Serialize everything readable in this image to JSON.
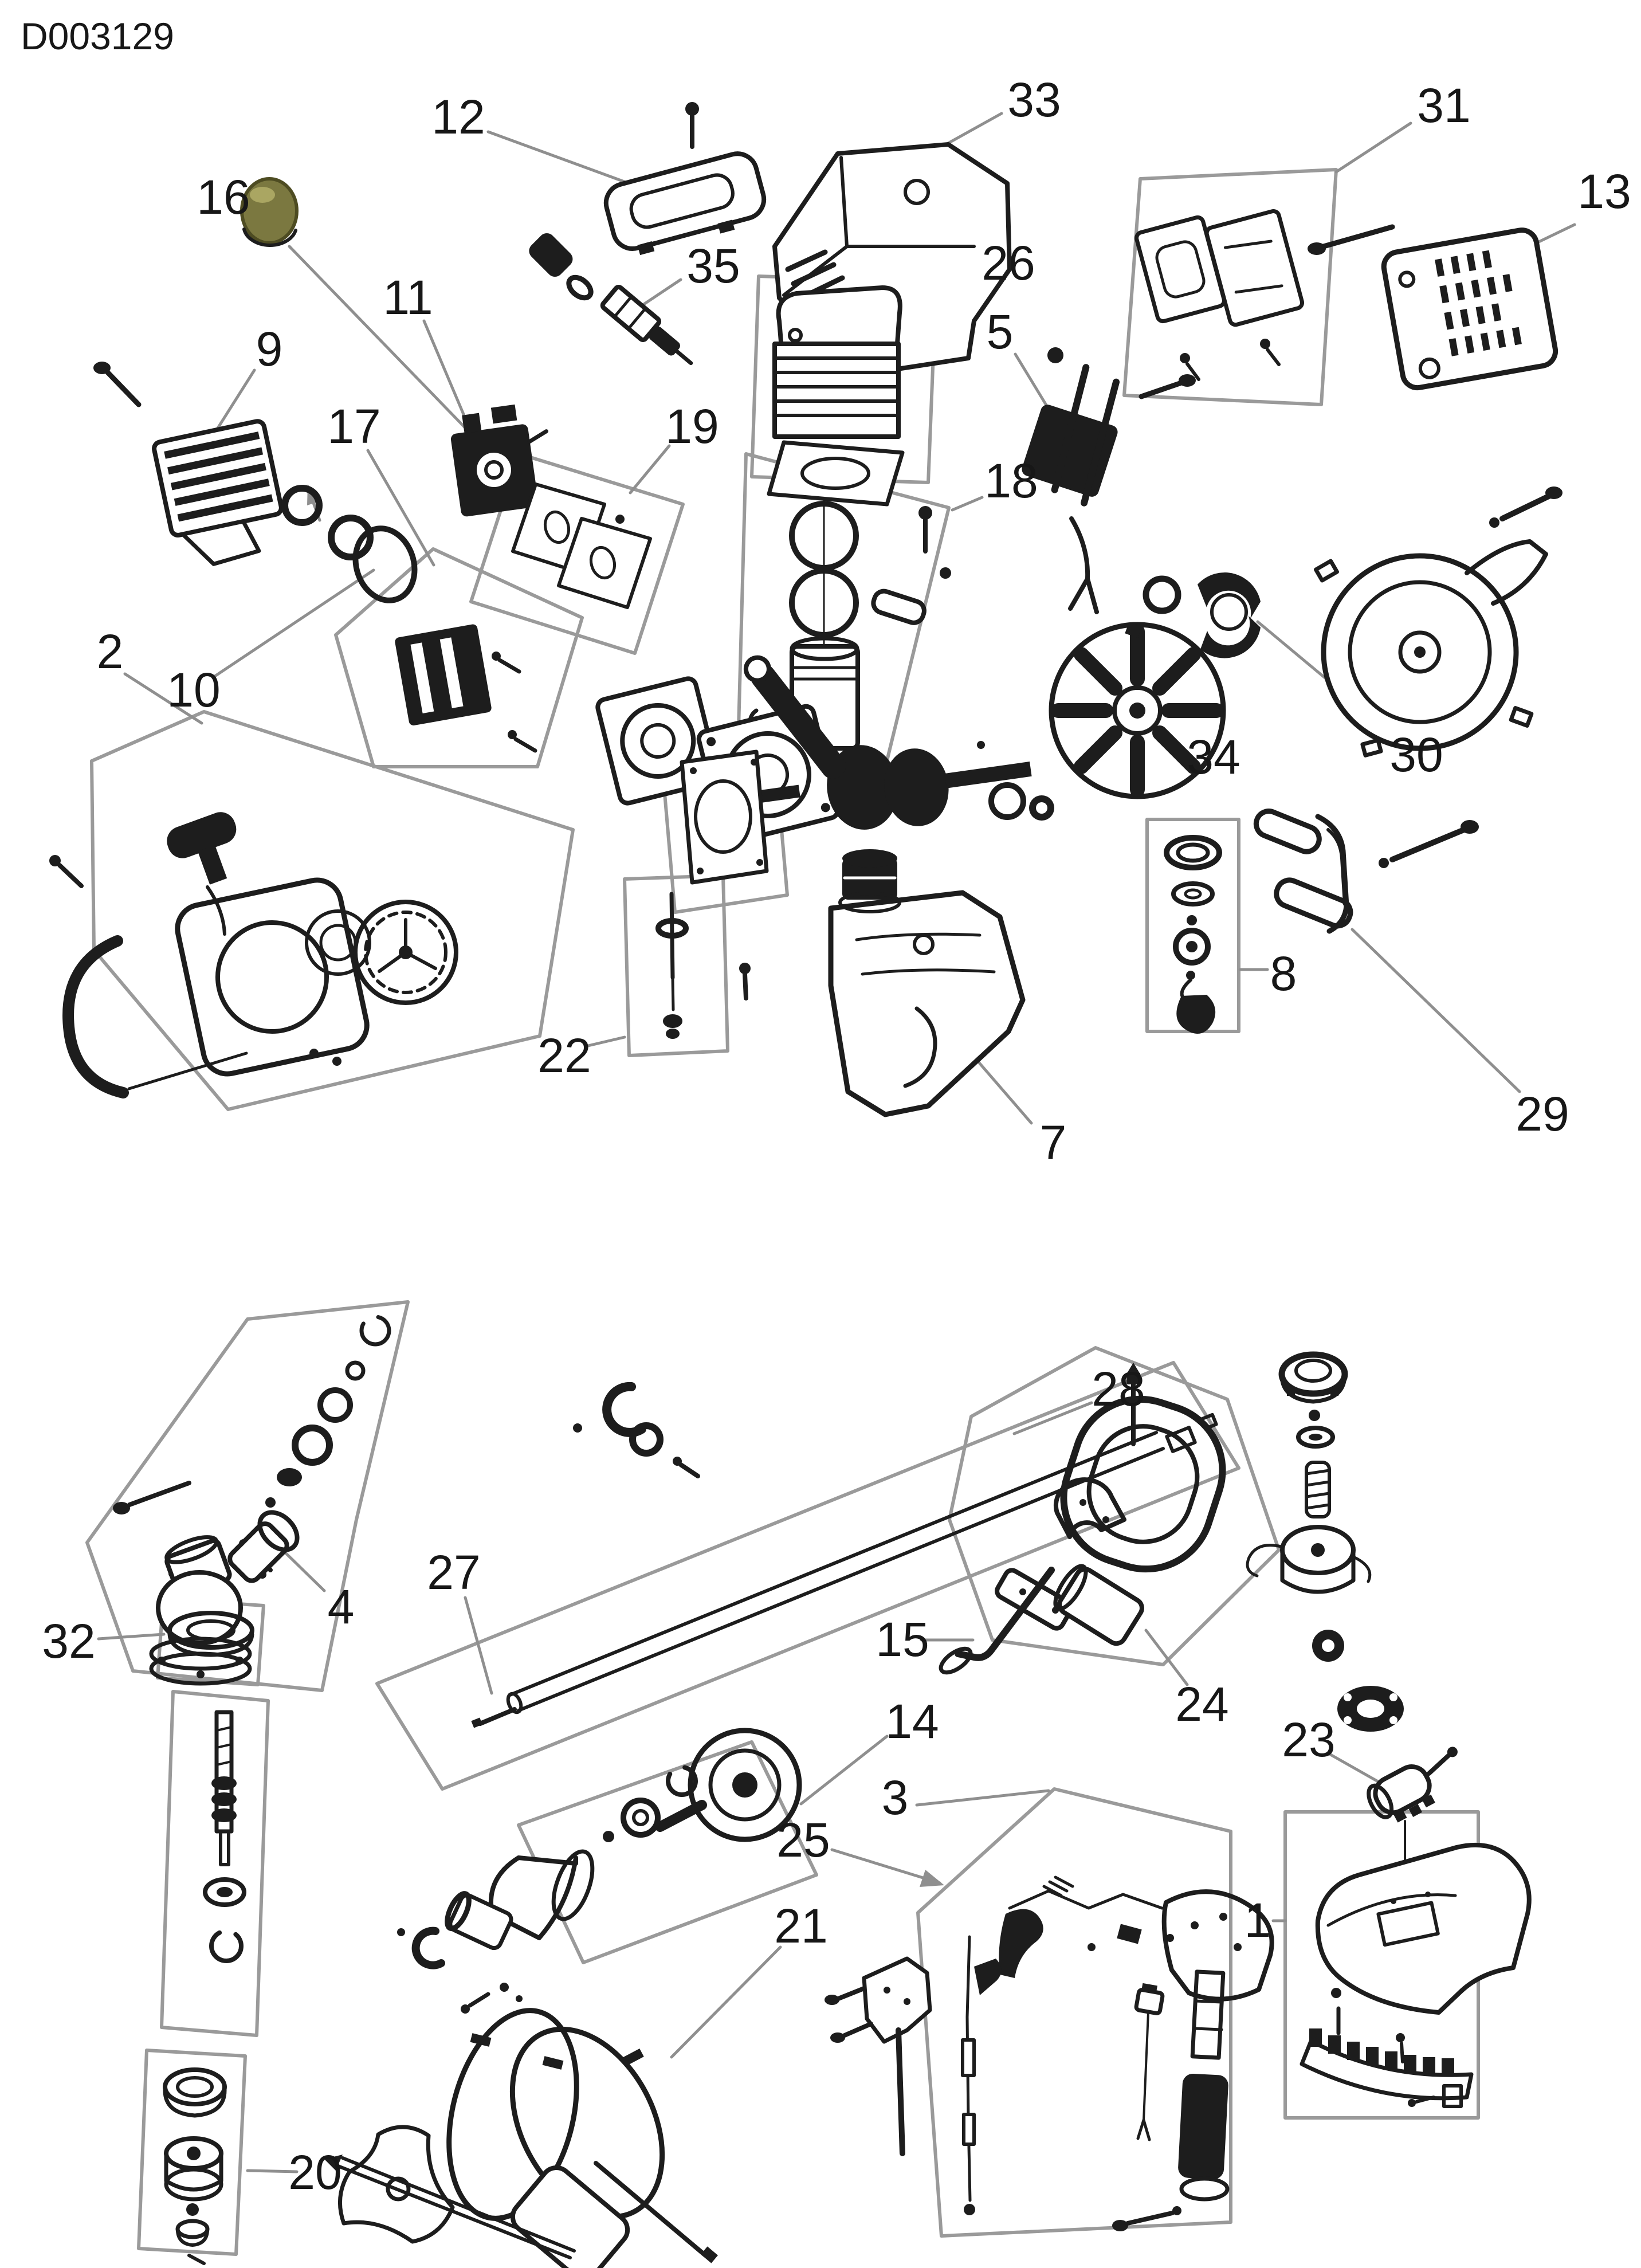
{
  "title": "D003129",
  "colors": {
    "line": "#1d1d1d",
    "leader": "#8f8f8f",
    "box": "#9a9a9a",
    "primer_bulb": "#7b7840",
    "primer_bulb_edge": "#4e4c22",
    "primer_bulb_highlight": "#aca86а"
  },
  "callouts": {
    "n1": {
      "label": "1"
    },
    "n2": {
      "label": "2"
    },
    "n3": {
      "label": "3"
    },
    "n4": {
      "label": "4"
    },
    "n5": {
      "label": "5"
    },
    "n7": {
      "label": "7"
    },
    "n8": {
      "label": "8"
    },
    "n9": {
      "label": "9"
    },
    "n10": {
      "label": "10"
    },
    "n11": {
      "label": "11"
    },
    "n12": {
      "label": "12"
    },
    "n13": {
      "label": "13"
    },
    "n14": {
      "label": "14"
    },
    "n15": {
      "label": "15"
    },
    "n16": {
      "label": "16"
    },
    "n17": {
      "label": "17"
    },
    "n18": {
      "label": "18"
    },
    "n19": {
      "label": "19"
    },
    "n20": {
      "label": "20"
    },
    "n21": {
      "label": "21"
    },
    "n22": {
      "label": "22"
    },
    "n23": {
      "label": "23"
    },
    "n24": {
      "label": "24"
    },
    "n25": {
      "label": "25"
    },
    "n26": {
      "label": "26"
    },
    "n27": {
      "label": "27"
    },
    "n28": {
      "label": "28"
    },
    "n29": {
      "label": "29"
    },
    "n30": {
      "label": "30"
    },
    "n31": {
      "label": "31"
    },
    "n32": {
      "label": "32"
    },
    "n33": {
      "label": "33"
    },
    "n34": {
      "label": "34"
    },
    "n35": {
      "label": "35"
    }
  }
}
